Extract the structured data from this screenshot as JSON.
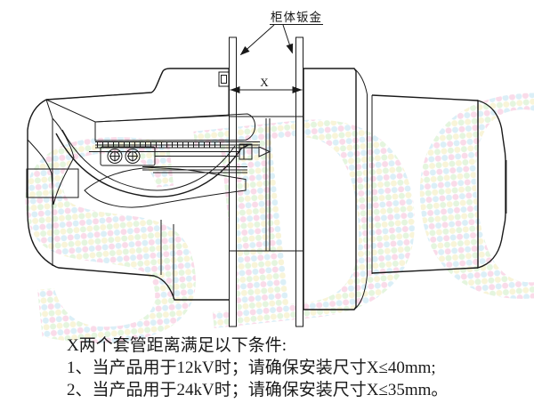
{
  "diagram": {
    "callout_label": "柜体钣金",
    "dimension_label": "X",
    "notes": [
      "X两个套管距离满足以下条件:",
      "1、当产品用于12kV时；请确保安装尺寸X≤40mm;",
      "2、当产品用于24kV时；请确保安装尺寸X≤35mm。"
    ],
    "watermark_text": "SDQ",
    "colors": {
      "line": "#1a1a1a",
      "background": "#ffffff",
      "watermark_pink": "#f6bfd8",
      "watermark_blue": "#bfe3f2",
      "watermark_green": "#cfeec4",
      "watermark_yellow": "#f3ecba"
    }
  }
}
